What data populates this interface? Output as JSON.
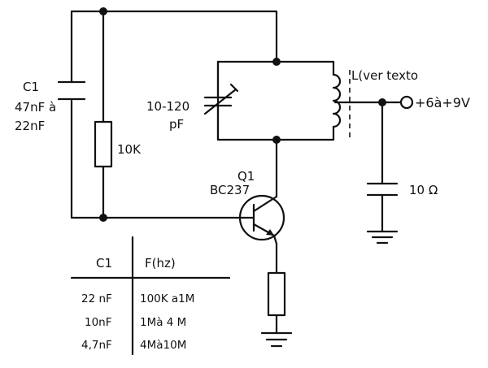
{
  "components": {
    "c1": {
      "name": "C1",
      "value_line1": "47nF à",
      "value_line2": "22nF"
    },
    "resistor_10k": {
      "value": "10K"
    },
    "variable_capacitor": {
      "value_line1": "10-120",
      "value_line2": "pF"
    },
    "inductor": {
      "label": "L(ver texto"
    },
    "supply": {
      "label": "+6à+9V"
    },
    "bypass_capacitor": {
      "value": "10 Ω"
    },
    "transistor": {
      "name": "Q1",
      "part": "BC237"
    }
  },
  "freq_table": {
    "headers": [
      "C1",
      "F(hz)"
    ],
    "rows": [
      {
        "c1": "22 nF",
        "freq": "100K a1M"
      },
      {
        "c1": "10nF",
        "freq": "1Mà 4 M"
      },
      {
        "c1": "4,7nF",
        "freq": "4Mà10M"
      }
    ]
  }
}
